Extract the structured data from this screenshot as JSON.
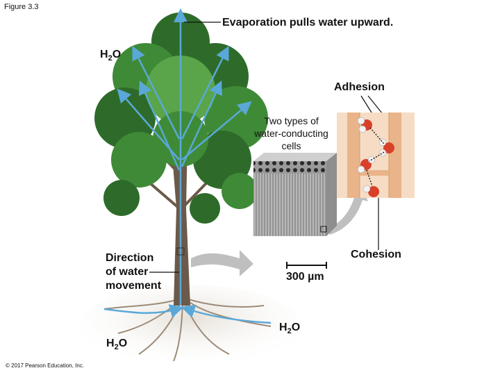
{
  "figure_label": "Figure 3.3",
  "labels": {
    "evaporation": "Evaporation pulls water upward.",
    "h2o_top": {
      "base": "H",
      "sub": "2",
      "tail": "O"
    },
    "adhesion": "Adhesion",
    "two_types_line1": "Two types of",
    "two_types_line2": "water-conducting",
    "two_types_line3": "cells",
    "cohesion": "Cohesion",
    "direction_line1": "Direction",
    "direction_line2": "of water",
    "direction_line3": "movement",
    "scale_bar": "300 µm",
    "h2o_bottom_right": {
      "base": "H",
      "sub": "2",
      "tail": "O"
    },
    "h2o_bottom_left": {
      "base": "H",
      "sub": "2",
      "tail": "O"
    }
  },
  "copyright": "© 2017 Pearson Education, Inc.",
  "colors": {
    "foliage_dark": "#2e6b2a",
    "foliage_mid": "#3f8a36",
    "foliage_light": "#5aa54a",
    "trunk": "#6b5a49",
    "soil": "#d9d3c9",
    "arrow_blue": "#5aa8d8",
    "cell_wall": "#e9b48a",
    "cell_interior": "#f6dcc4",
    "molecule_red": "#d9402a",
    "molecule_white": "#f2f2f2",
    "big_arrow_gray": "#bfbfbf"
  }
}
